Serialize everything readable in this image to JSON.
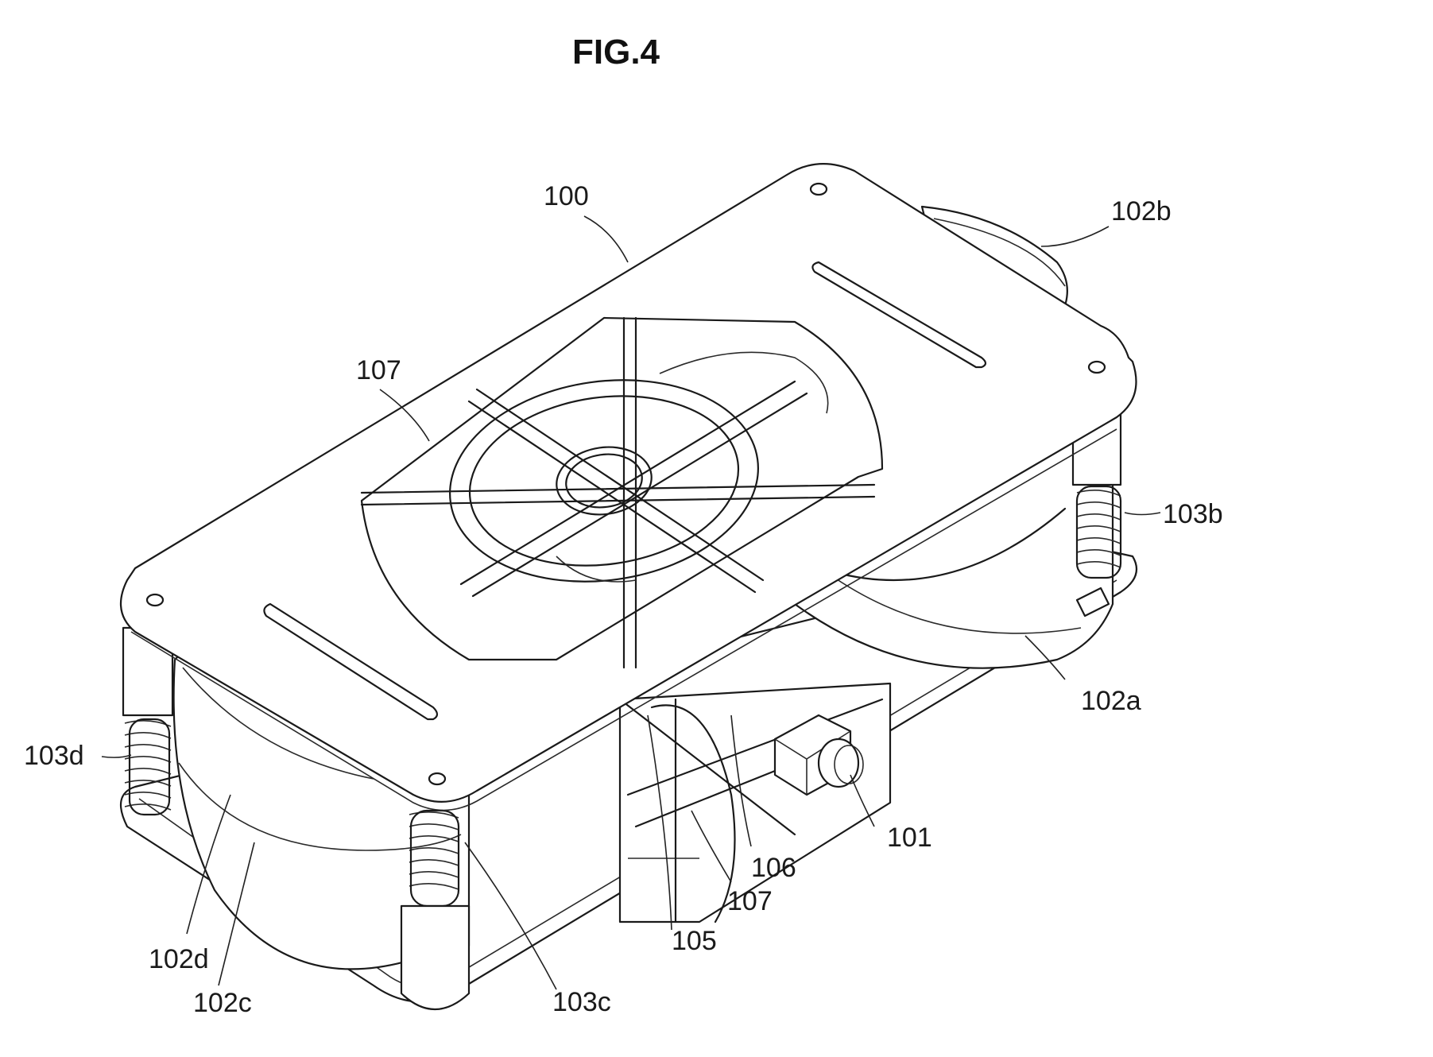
{
  "figure": {
    "title": "FIG.4",
    "labels": {
      "top_plate": "100",
      "fan_b": "102b",
      "opening_top": "107",
      "spring_b": "103b",
      "fan_a": "102a",
      "spring_d": "103d",
      "connector": "101",
      "bracket": "106",
      "opening_bottom": "107",
      "hub": "105",
      "fan_d": "102d",
      "fan_c": "102c",
      "spring_c": "103c"
    }
  }
}
